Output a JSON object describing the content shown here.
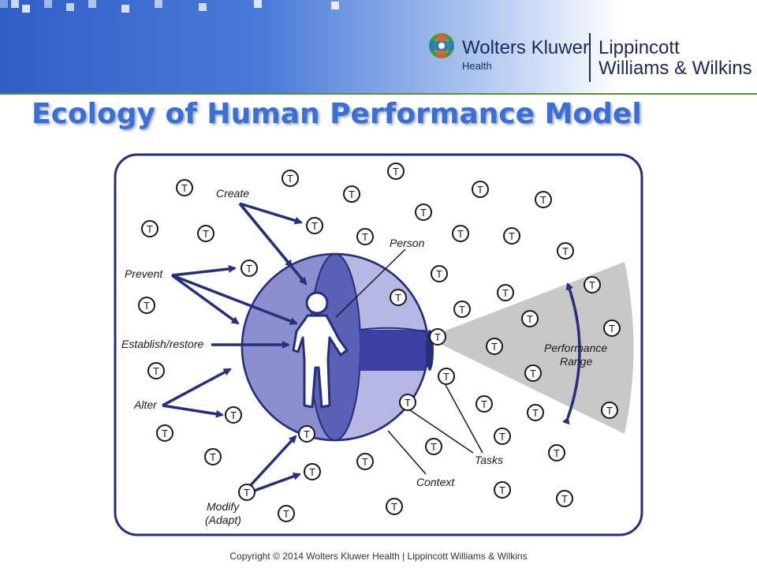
{
  "header": {
    "brand_name": "Wolters Kluwer",
    "brand_division": "Health",
    "publisher_line1": "Lippincott",
    "publisher_line2": "Williams & Wilkins"
  },
  "slide": {
    "title": "Ecology of Human Performance Model",
    "copyright": "Copyright © 2014 Wolters Kluwer Health | Lippincott Williams & Wilkins"
  },
  "diagram": {
    "labels": {
      "create": "Create",
      "prevent": "Prevent",
      "establish": "Establish/restore",
      "alter": "Alter",
      "modify_line1": "Modify",
      "modify_line2": "(Adapt)",
      "person": "Person",
      "context": "Context",
      "tasks": "Tasks",
      "performance_line1": "Performance",
      "performance_line2": "Range"
    },
    "task_symbol": "T",
    "colors": {
      "navy": "#262f7c",
      "sphere_light": "#b6b8e3",
      "sphere_mid": "#8a8fd0",
      "sphere_dark": "#5a60b6",
      "band": "#3a41a3",
      "range": "#c8c8c8"
    }
  },
  "colors": {
    "title": "#3a6fd8",
    "header_blue": "#2f5fc6"
  }
}
